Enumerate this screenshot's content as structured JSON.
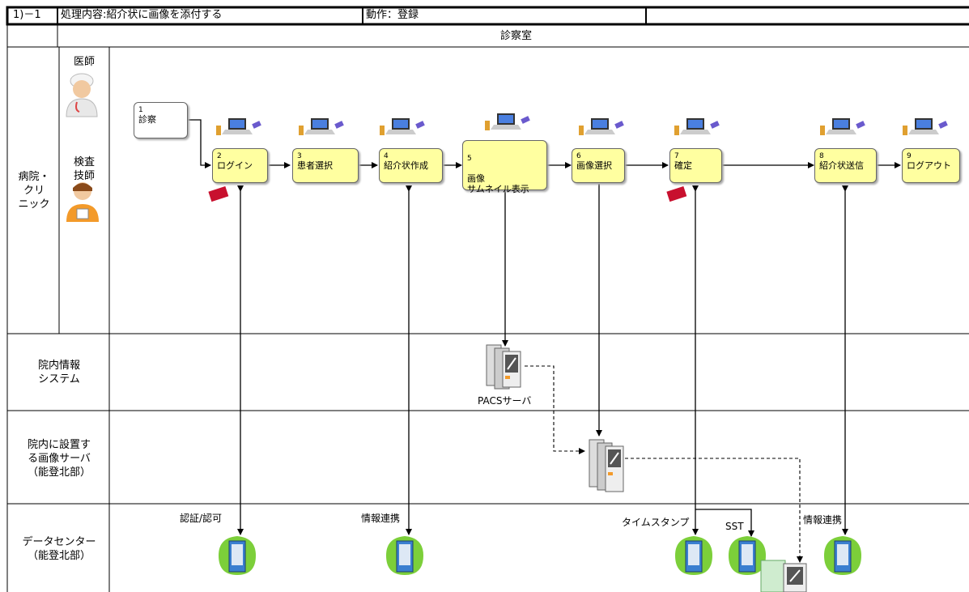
{
  "header": {
    "id": "1)－1",
    "process": "処理内容:紹介状に画像を添付する",
    "action": "動作：登録",
    "location": "診察室"
  },
  "lanes": [
    {
      "label": "病院・\nクリ\nニック"
    },
    {
      "label": "院内情報\nシステム"
    },
    {
      "label": "院内に設置す\nる画像サーバ\n（能登北部）"
    },
    {
      "label": "データセンター\n（能登北部）"
    }
  ],
  "actors": {
    "doctor": "医師",
    "technician": "検査\n技師"
  },
  "steps": [
    {
      "num": "1",
      "label": "診察"
    },
    {
      "num": "2",
      "label": "ログイン"
    },
    {
      "num": "3",
      "label": "患者選択"
    },
    {
      "num": "4",
      "label": "紹介状作成"
    },
    {
      "num": "5",
      "label": "画像\nサムネイル表示"
    },
    {
      "num": "6",
      "label": "画像選択"
    },
    {
      "num": "7",
      "label": "確定"
    },
    {
      "num": "8",
      "label": "紹介状送信"
    },
    {
      "num": "9",
      "label": "ログアウト"
    }
  ],
  "labels": {
    "pacs": "PACSサーバ",
    "auth": "認証/認可",
    "info1": "情報連携",
    "timestamp": "タイムスタンプ",
    "sst": "SST",
    "info2": "情報連携"
  },
  "colors": {
    "step_fill": "#ffffa0",
    "green_blob": "#7ccf3a",
    "server_blue": "#3a7fd0",
    "card_red": "#c8102e"
  }
}
